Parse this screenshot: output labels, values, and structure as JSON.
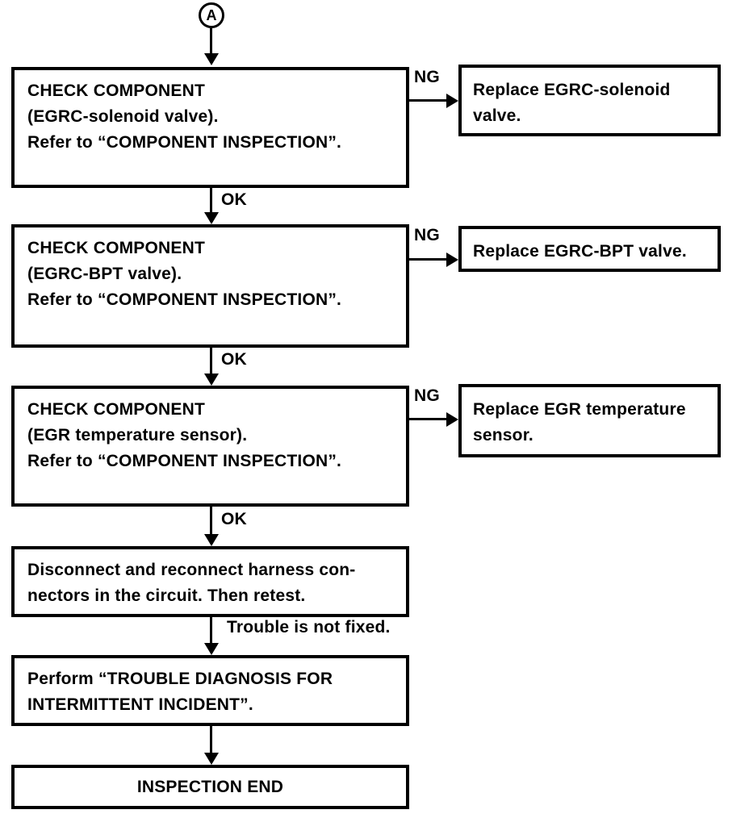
{
  "connector": {
    "label": "A"
  },
  "steps": [
    {
      "check": [
        "CHECK COMPONENT",
        "(EGRC-solenoid valve).",
        "Refer to “COMPONENT INSPECTION”."
      ],
      "ng_label": "NG",
      "ng_action": [
        "Replace EGRC-solenoid",
        "valve."
      ],
      "ok_label": "OK"
    },
    {
      "check": [
        "CHECK COMPONENT",
        "(EGRC-BPT valve).",
        "Refer to “COMPONENT INSPECTION”."
      ],
      "ng_label": "NG",
      "ng_action": [
        "Replace EGRC-BPT valve."
      ],
      "ok_label": "OK"
    },
    {
      "check": [
        "CHECK COMPONENT",
        "(EGR temperature sensor).",
        "Refer to “COMPONENT INSPECTION”."
      ],
      "ng_label": "NG",
      "ng_action": [
        "Replace EGR temperature",
        "sensor."
      ],
      "ok_label": "OK"
    }
  ],
  "tail": {
    "reconnect": [
      "Disconnect and reconnect harness con-",
      "nectors in the circuit. Then retest."
    ],
    "trouble_label": "Trouble is not fixed.",
    "perform": [
      "Perform “TROUBLE DIAGNOSIS FOR",
      "INTERMITTENT INCIDENT”."
    ],
    "end_label": "INSPECTION END"
  },
  "colors": {
    "ink": "#000000",
    "paper": "#ffffff"
  }
}
